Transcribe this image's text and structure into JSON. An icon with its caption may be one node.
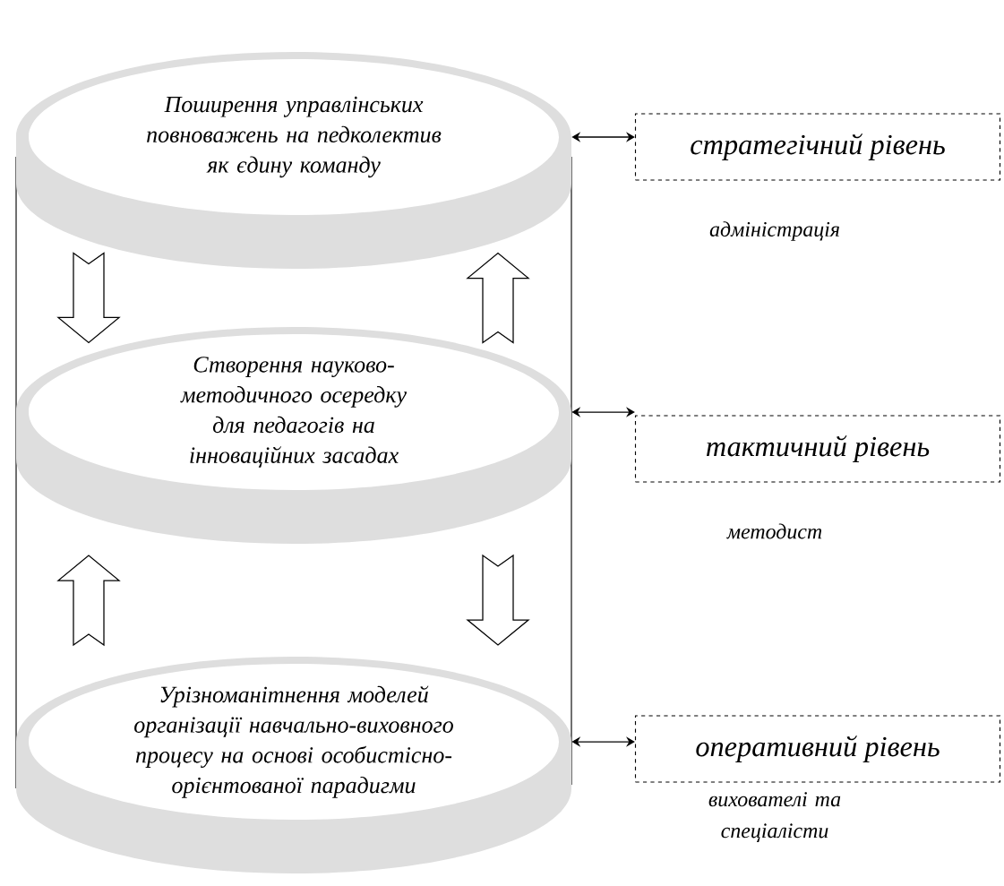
{
  "diagram": {
    "nodes": [
      {
        "text": [
          "Поширення управлінських повноважень на педколектив як єдину команду"
        ]
      },
      {
        "text": [
          "Створення науково-методичного осередку для педагогів на інноваційних засадах"
        ]
      },
      {
        "text": [
          "Урізноманітнення моделей організації навчально-виховного процесу на основі особистісно-орієнтованої парадигми"
        ]
      },
      {
        "text": [
          "стратегічний рівень"
        ],
        "beside": [
          "адміністрація"
        ]
      },
      {
        "text": [
          "тактичний рівень"
        ],
        "beside": [
          "методист"
        ]
      },
      {
        "text": [
          "оперативний рівень"
        ],
        "beside": [
          "вихователі та спеціалісти"
        ]
      }
    ],
    "edges": [
      {
        "from": 0,
        "to": 1,
        "arrow": "to"
      },
      {
        "from": 1,
        "to": 0,
        "arrow": "to"
      },
      {
        "from": 2,
        "to": 1,
        "arrow": "to"
      },
      {
        "from": 1,
        "to": 2,
        "arrow": "to"
      },
      {
        "from": 0,
        "to": 3,
        "arrow": "both"
      },
      {
        "from": 1,
        "to": 4,
        "arrow": "both"
      },
      {
        "from": 2,
        "to": 5,
        "arrow": "both"
      }
    ]
  }
}
